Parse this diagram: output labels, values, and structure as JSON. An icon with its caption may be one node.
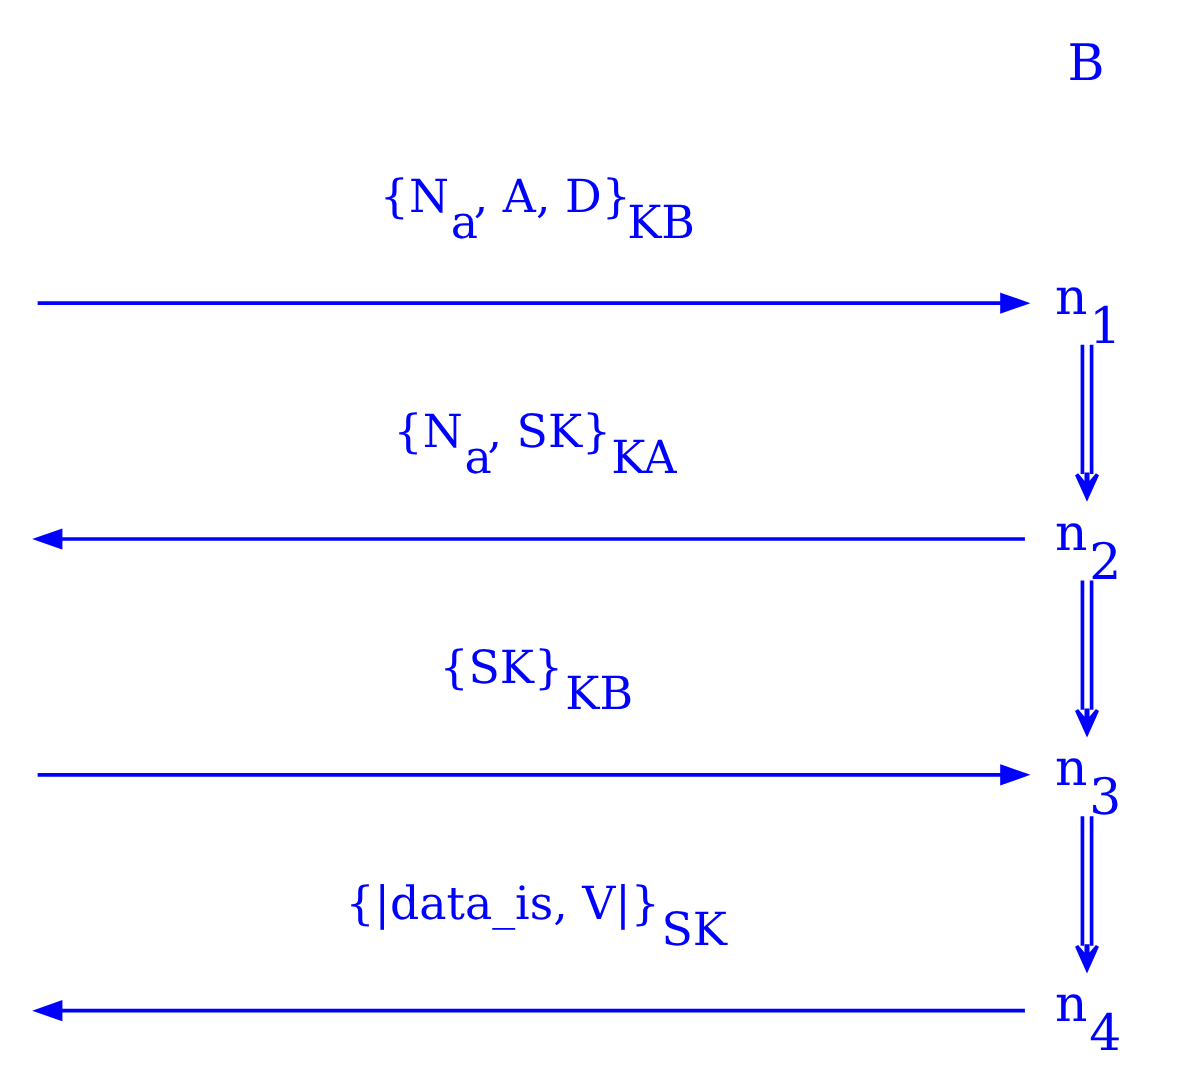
{
  "diagram": {
    "nodes": [
      {
        "text": [
          "n$_{1}$"
        ]
      },
      {
        "text": [
          "n$_{2}$"
        ]
      },
      {
        "text": [
          "n$_{3}$"
        ]
      },
      {
        "text": [
          "n$_{4}$"
        ]
      }
    ],
    "edges": [
      {
        "from": null,
        "to": 0,
        "arrow": "to",
        "label": "{N$_{a}$, A, D}$_{KB}$"
      },
      {
        "from": 0,
        "to": 1,
        "arrow": "to"
      },
      {
        "from": 1,
        "to": null,
        "arrow": "to",
        "label": "{N$_{a}$, SK}$_{KA}$"
      },
      {
        "from": 1,
        "to": 2,
        "arrow": "to"
      },
      {
        "from": null,
        "to": 2,
        "arrow": "to",
        "label": "{SK}$_{KB}$"
      },
      {
        "from": 2,
        "to": 3,
        "arrow": "to"
      },
      {
        "from": 3,
        "to": null,
        "arrow": "to",
        "label": "{|data_is, V|}$_{SK}$"
      }
    ],
    "labels": [
      "B"
    ]
  }
}
